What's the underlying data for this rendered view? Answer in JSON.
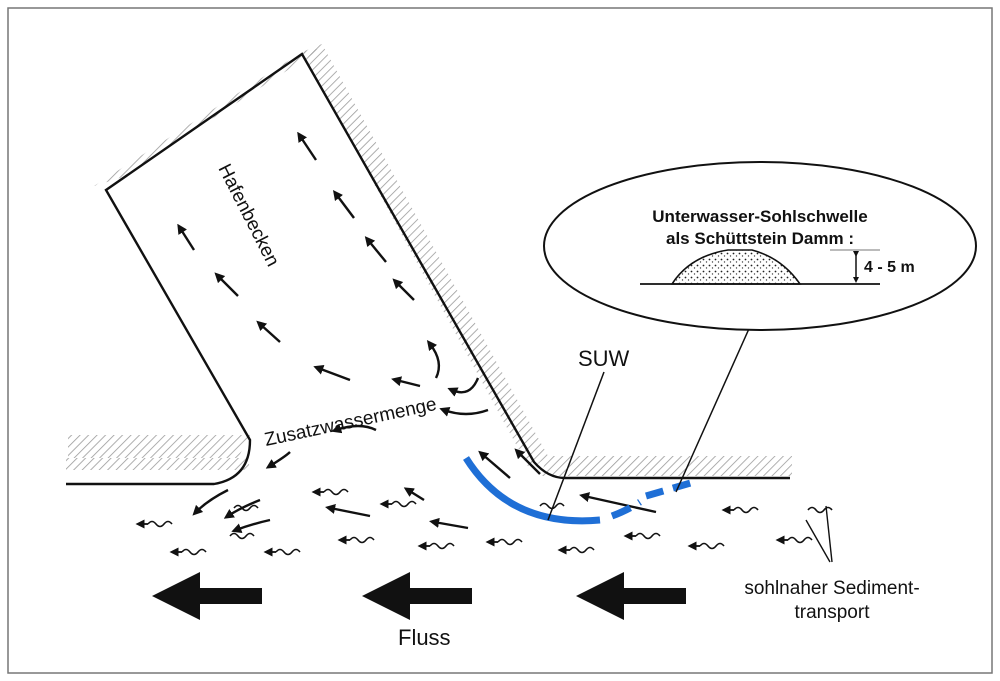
{
  "diagram": {
    "basin_label": "Hafenbecken",
    "extra_water_label": "Zusatzwassermenge",
    "suw_label": "SUW",
    "river_label": "Fluss",
    "sediment_label_line1": "sohlnaher Sediment-",
    "sediment_label_line2": "transport",
    "inset": {
      "title_line1": "Unterwasser-Sohlschwelle",
      "title_line2": "als Schüttstein Damm :",
      "height_label": "4 - 5 m"
    },
    "colors": {
      "suw_structure": "#1f6fd6",
      "lines": "#111111",
      "hatch": "#9a9a9a"
    }
  }
}
